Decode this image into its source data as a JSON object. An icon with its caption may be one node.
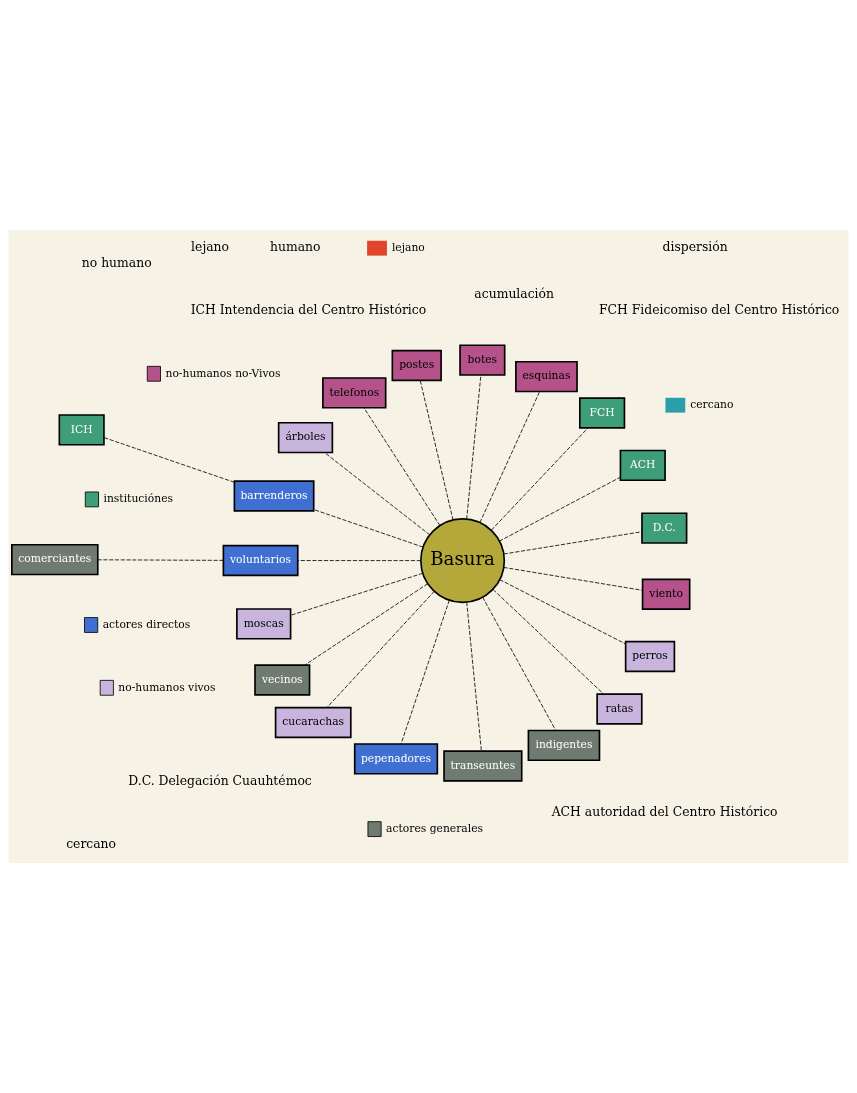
{
  "diagram": {
    "nodes": [
      {
        "text": [
          "Basura"
        ]
      },
      {
        "text": [
          "D.C."
        ]
      },
      {
        "text": [
          "ACH"
        ]
      },
      {
        "text": [
          "FCH"
        ]
      },
      {
        "text": [
          "ICH"
        ]
      },
      {
        "text": [
          "esquinas"
        ]
      },
      {
        "text": [
          "botes"
        ]
      },
      {
        "text": [
          "postes"
        ]
      },
      {
        "text": [
          "telefonos"
        ]
      },
      {
        "text": [
          "árboles"
        ]
      },
      {
        "text": [
          "barrenderos"
        ]
      },
      {
        "text": [
          "comerciantes"
        ]
      },
      {
        "text": [
          "voluntarios"
        ]
      },
      {
        "text": [
          "moscas"
        ]
      },
      {
        "text": [
          "vecinos"
        ]
      },
      {
        "text": [
          "cucarachas"
        ]
      },
      {
        "text": [
          "pepenadores"
        ]
      },
      {
        "text": [
          "transeuntes"
        ]
      },
      {
        "text": [
          "indigentes"
        ]
      },
      {
        "text": [
          "ratas"
        ]
      },
      {
        "text": [
          "perros"
        ]
      },
      {
        "text": [
          "viento"
        ]
      }
    ],
    "edges": [
      {
        "from": 0,
        "to": 1,
        "arrow": "none",
        "style": "dashed"
      },
      {
        "from": 0,
        "to": 2,
        "arrow": "none",
        "style": "dashed"
      },
      {
        "from": 0,
        "to": 3,
        "arrow": "none",
        "style": "dashed"
      },
      {
        "from": 10,
        "to": 4,
        "arrow": "none",
        "style": "dashed"
      },
      {
        "from": 0,
        "to": 5,
        "arrow": "none",
        "style": "dashed"
      },
      {
        "from": 0,
        "to": 6,
        "arrow": "none",
        "style": "dashed"
      },
      {
        "from": 0,
        "to": 7,
        "arrow": "none",
        "style": "dashed"
      },
      {
        "from": 0,
        "to": 8,
        "arrow": "none",
        "style": "dashed"
      },
      {
        "from": 0,
        "to": 9,
        "arrow": "none",
        "style": "dashed"
      },
      {
        "from": 0,
        "to": 10,
        "arrow": "none",
        "style": "dashed"
      },
      {
        "from": 12,
        "to": 11,
        "arrow": "none",
        "style": "dashed"
      },
      {
        "from": 0,
        "to": 12,
        "arrow": "none",
        "style": "dashed"
      },
      {
        "from": 0,
        "to": 13,
        "arrow": "none",
        "style": "dashed"
      },
      {
        "from": 0,
        "to": 14,
        "arrow": "none",
        "style": "dashed"
      },
      {
        "from": 0,
        "to": 15,
        "arrow": "none",
        "style": "dashed"
      },
      {
        "from": 0,
        "to": 16,
        "arrow": "none",
        "style": "dashed"
      },
      {
        "from": 0,
        "to": 17,
        "arrow": "none",
        "style": "dashed"
      },
      {
        "from": 0,
        "to": 18,
        "arrow": "none",
        "style": "dashed"
      },
      {
        "from": 0,
        "to": 19,
        "arrow": "none",
        "style": "dashed"
      },
      {
        "from": 0,
        "to": 20,
        "arrow": "none",
        "style": "dashed"
      },
      {
        "from": 0,
        "to": 21,
        "arrow": "none",
        "style": "dashed"
      }
    ],
    "labels": [
      "acumulación",
      "no humano",
      "humano",
      "cercano",
      "lejano",
      "dispersión",
      "D.C. Delegación Cuauhtémoc",
      "ACH autoridad del Centro Histórico",
      "FCH Fideicomiso del Centro Histórico",
      "ICH Intendencia del Centro Histórico"
    ],
    "legend": [
      {
        "text": "instituciónes",
        "color": "#3f9e7a"
      },
      {
        "text": "no-humanos no-Vivos",
        "color": "#b5528a"
      },
      {
        "text": "no-humanos vivos",
        "color": "#c8b4dc"
      },
      {
        "text": "actores generales",
        "color": "#6f7a70"
      },
      {
        "text": "actores directos",
        "color": "#3f6fd0"
      },
      {
        "text": "lejano"
      },
      {
        "text": "cercano"
      }
    ]
  }
}
